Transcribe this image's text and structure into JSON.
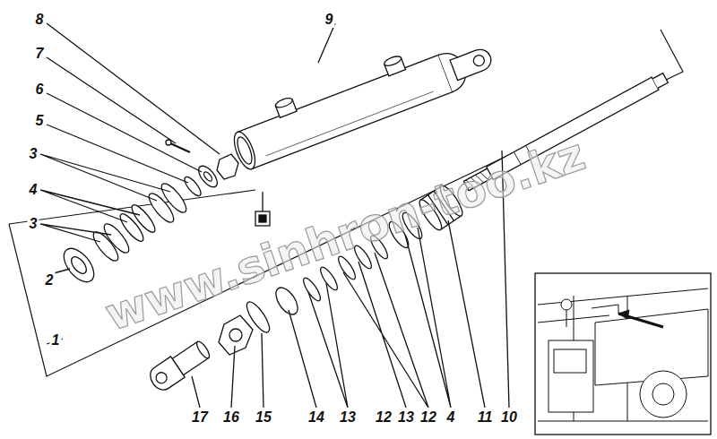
{
  "diagram": {
    "labels": [
      "8",
      "7",
      "6",
      "5",
      "3",
      "4",
      "3",
      "2",
      "1",
      "9",
      "www.sinhron-too.kz",
      "17",
      "16",
      "15",
      "14",
      "13",
      "12",
      "13",
      "12",
      "4",
      "11",
      "10"
    ]
  }
}
